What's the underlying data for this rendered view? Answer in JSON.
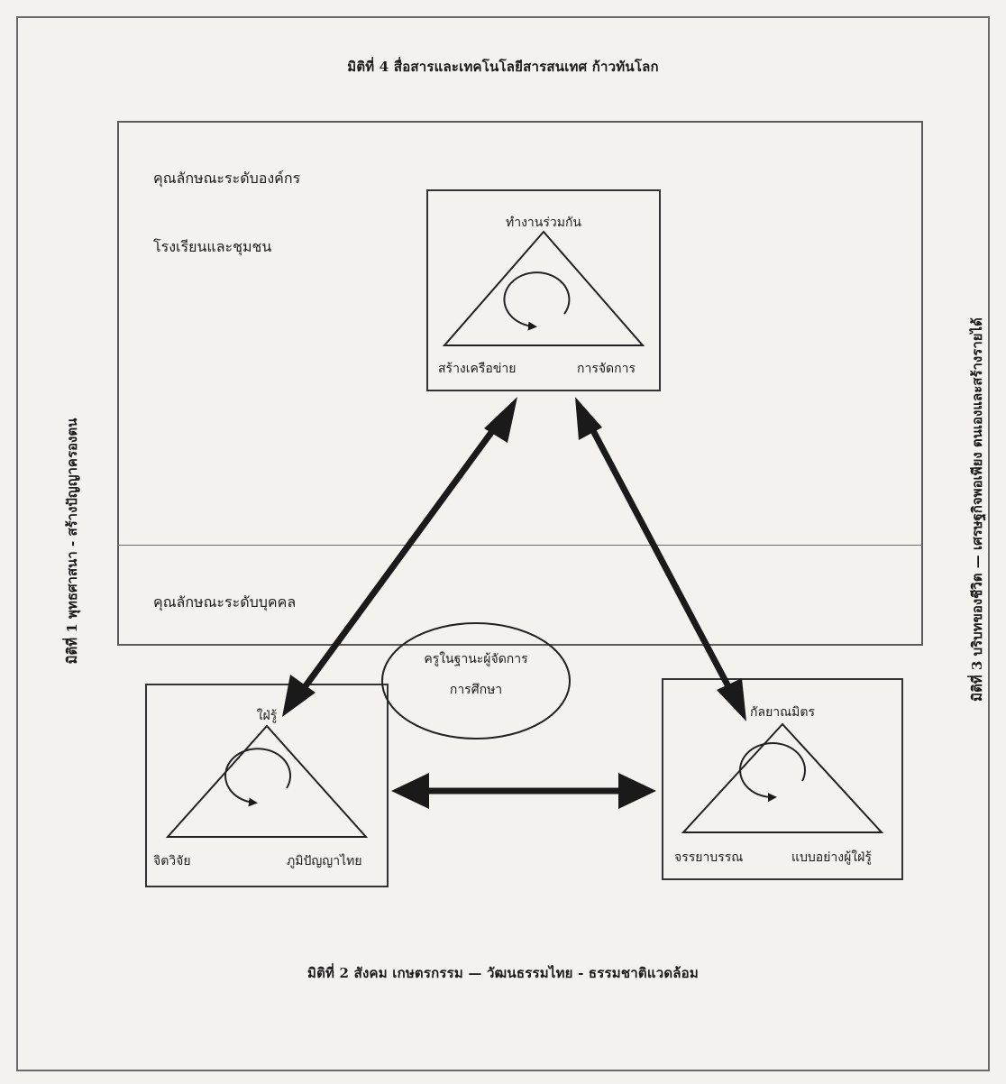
{
  "dimensions": {
    "top": "มิติที่ 4 สื่อสารและเทคโนโลยีสารสนเทศ ก้าวทันโลก",
    "bottom": "มิติที่ 2 สังคม เกษตรกรรม — วัฒนธรรมไทย - ธรรมชาติแวดล้อม",
    "left": "มิติที่ 1 พุทธศาสนา - สร้างปัญญาครองตน",
    "right": "มิติที่ 3 บริบทของชีวิต — เศรษฐกิจพอเพียง ตนเองและสร้างรายได้"
  },
  "sections": {
    "organization_label_1": "คุณลักษณะระดับองค์กร",
    "organization_label_2": "โรงเรียนและชุมชน",
    "individual_label": "คุณลักษณะระดับบุคคล"
  },
  "center": {
    "line1": "ครูในฐานะผู้จัดการ",
    "line2": "การศึกษา"
  },
  "nodes": {
    "top": {
      "apex": "ทำงานร่วมกัน",
      "left": "สร้างเครือข่าย",
      "right": "การจัดการ"
    },
    "bottom_left": {
      "apex": "ใฝ่รู้",
      "left": "จิตวิจัย",
      "right": "ภูมิปัญญาไทย"
    },
    "bottom_right": {
      "apex": "กัลยาณมิตร",
      "left": "จรรยาบรรณ",
      "right": "แบบอย่างผู้ใฝ่รู้"
    }
  }
}
